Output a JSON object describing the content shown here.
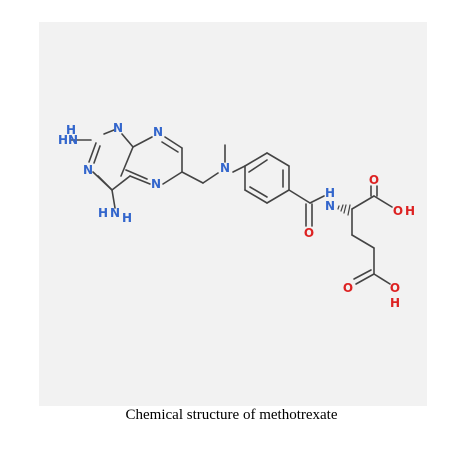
{
  "caption": "Chemical structure of methotrexate",
  "colors": {
    "nitrogen": "#3366cc",
    "oxygen": "#dd2222",
    "bond": "#444444",
    "background": "#f2f2f2"
  },
  "atoms": {
    "nh2_top_n": "N",
    "nh2_top_h1": "H",
    "nh2_top_h2": "H",
    "ring_n1": "N",
    "ring_n3": "N",
    "ring_n5": "N",
    "ring_n8": "N",
    "nh2_bottom_n": "N",
    "nh2_bottom_h1": "H",
    "nh2_bottom_h2": "H",
    "amine_n": "N",
    "amide_n": "N",
    "amide_h": "H",
    "amide_o": "O",
    "acid1_o_double": "O",
    "acid1_o": "O",
    "acid1_h": "H",
    "acid2_o_double": "O",
    "acid2_o": "O",
    "acid2_h": "H"
  }
}
